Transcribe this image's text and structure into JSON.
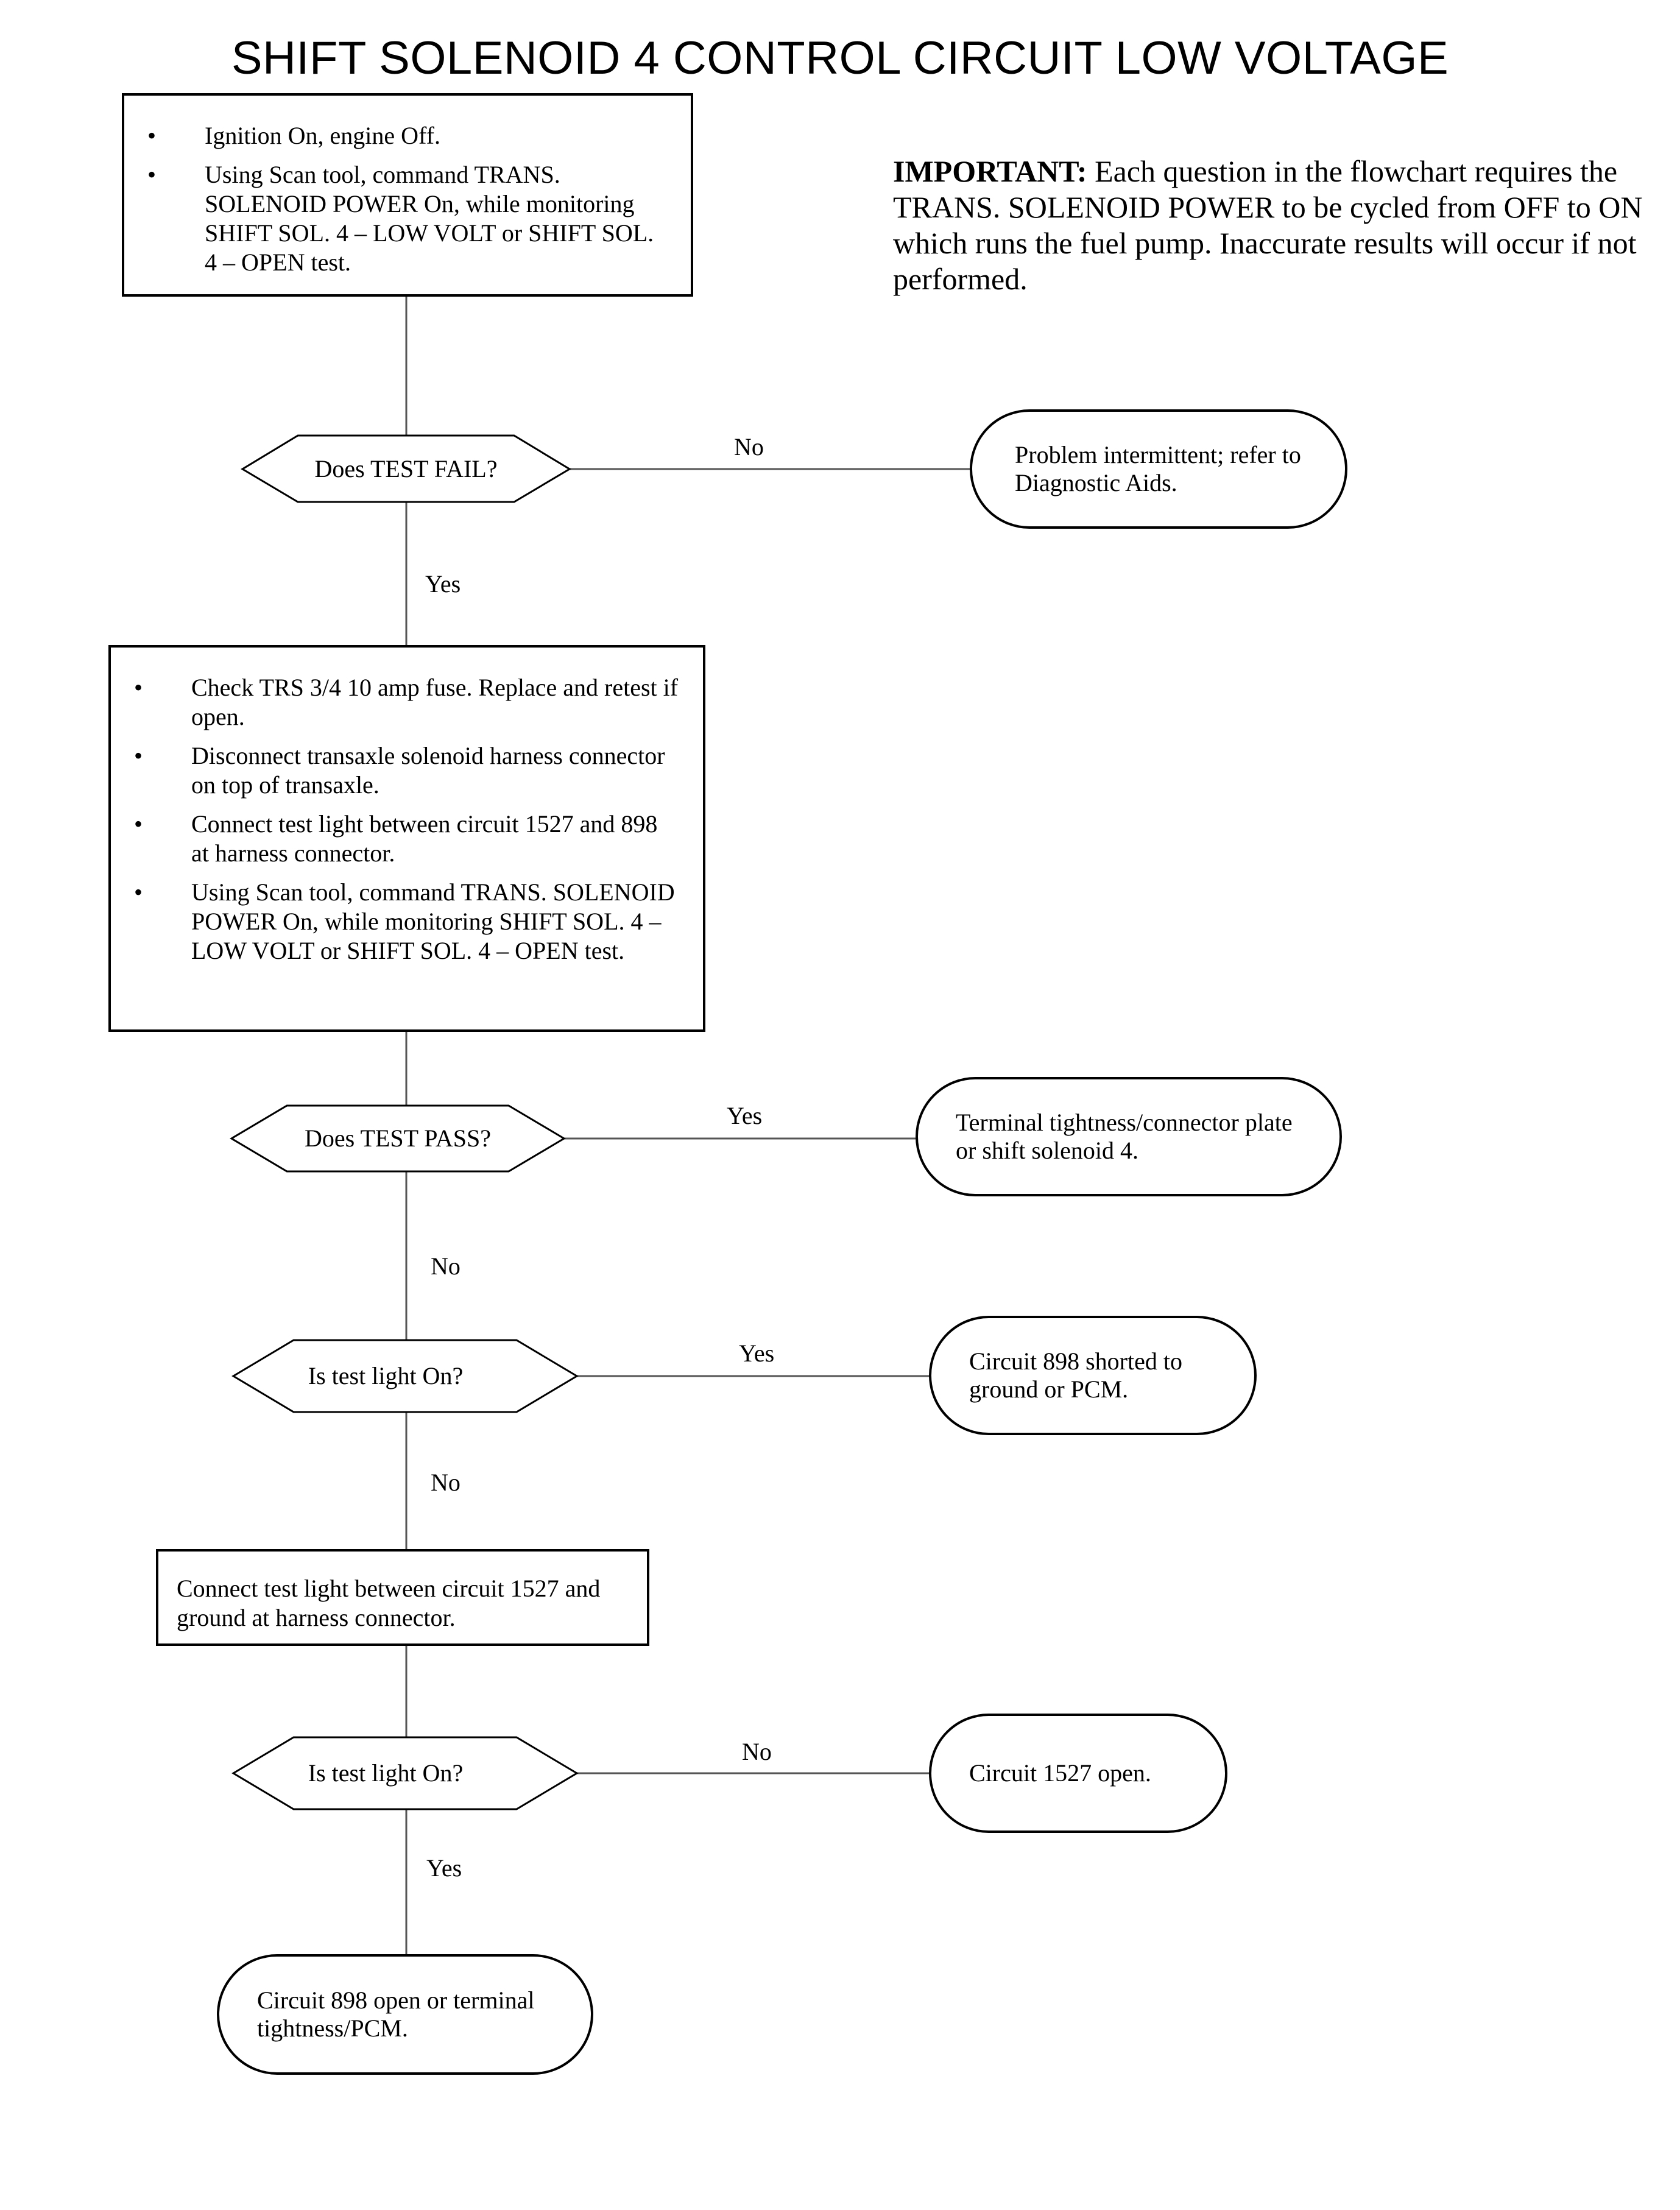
{
  "title": "SHIFT SOLENOID 4 CONTROL CIRCUIT LOW VOLTAGE",
  "important": {
    "heading": "IMPORTANT:",
    "text": "Each question in the flowchart requires the TRANS. SOLENOID POWER to be cycled from OFF to ON which runs the fuel pump. Inaccurate results will occur if not performed."
  },
  "step1": {
    "bullets": [
      "Ignition On, engine Off.",
      "Using Scan tool, command TRANS. SOLENOID POWER On, while monitoring SHIFT SOL. 4 – LOW VOLT or SHIFT SOL. 4 – OPEN test."
    ]
  },
  "q1": {
    "text": "Does TEST FAIL?",
    "no_label": "No",
    "yes_label": "Yes"
  },
  "r1": {
    "text": "Problem intermittent; refer to Diagnostic Aids."
  },
  "step2": {
    "bullets": [
      "Check TRS 3/4 10 amp fuse. Replace and retest if open.",
      "Disconnect transaxle solenoid harness connector on top of transaxle.",
      "Connect test light between circuit 1527 and 898 at harness connector.",
      "Using Scan tool, command TRANS. SOLENOID POWER On, while monitoring SHIFT SOL. 4 – LOW VOLT or SHIFT SOL. 4 – OPEN test."
    ]
  },
  "q2": {
    "text": "Does TEST PASS?",
    "yes_label": "Yes",
    "no_label": "No"
  },
  "r2": {
    "text": "Terminal tightness/connector plate or shift solenoid 4."
  },
  "q3": {
    "text": "Is test light On?",
    "yes_label": "Yes",
    "no_label": "No"
  },
  "r3": {
    "text": "Circuit 898 shorted to ground or PCM."
  },
  "step3": {
    "text": "Connect test light between circuit 1527 and ground at harness connector."
  },
  "q4": {
    "text": "Is test light On?",
    "no_label": "No",
    "yes_label": "Yes"
  },
  "r4": {
    "text": "Circuit 1527 open."
  },
  "r5": {
    "text": "Circuit 898 open or terminal tightness/PCM."
  },
  "bullet_glyph": "•"
}
